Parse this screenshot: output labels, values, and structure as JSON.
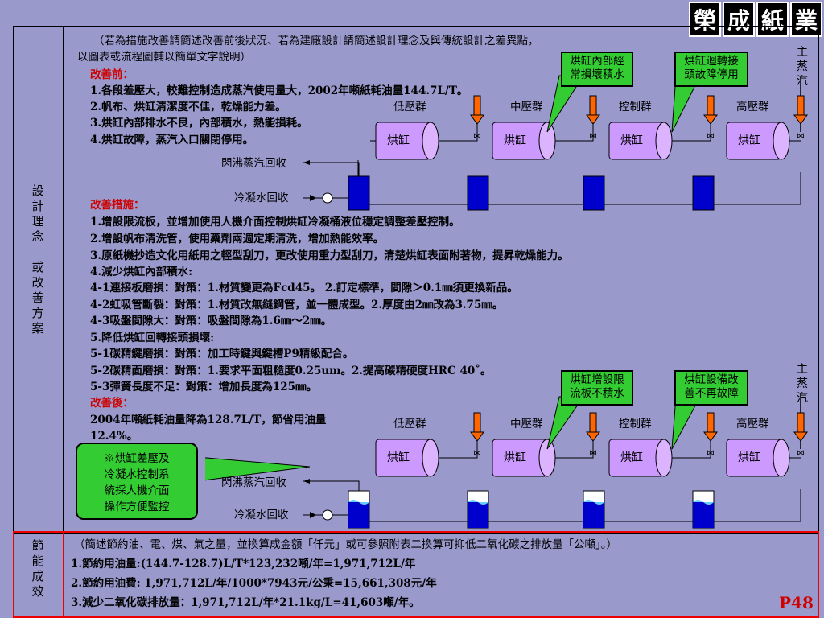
{
  "logo": {
    "chars": [
      "榮",
      "成",
      "紙",
      "業"
    ]
  },
  "left_labels": {
    "design": [
      "設",
      "計",
      "理",
      "念",
      "",
      "或",
      "改",
      "善",
      "方",
      "案"
    ],
    "saving": [
      "節",
      "能",
      "成",
      "效"
    ]
  },
  "intro": {
    "line1": "（若為措施改善請簡述改善前後狀況、若為建廠設計請簡述設計理念及與傳統設計之差異點，",
    "line2": "以圖表或流程圖輔以簡單文字說明）"
  },
  "before": {
    "heading": "改善前：",
    "items": [
      "1.各段差壓大，較難控制造成蒸汽使用量大，2002年噸紙耗油量144.7L/T。",
      "2.帆布、烘缸清潔度不佳，乾燥能力差。",
      "3.烘缸內部排水不良，內部積水，熱能損耗。",
      "4.烘缸故障，蒸汽入口關閉停用。"
    ]
  },
  "measures": {
    "heading": "改善措施：",
    "items": [
      "1.增設限流板，並增加使用人機介面控制烘缸冷凝桶液位穩定調整差壓控制。",
      "2.增設帆布清洗管，使用藥劑兩週定期清洗，增加熱能效率。",
      "3.原紙機抄造文化用紙用之輕型刮刀，更改使用重力型刮刀，清楚烘缸表面附著物，提昇乾燥能力。",
      "4.減少烘缸內部積水:",
      "4-1連接板磨損：對策：1.材質變更為Fcd45。 2.訂定標準，間隙＞0.1㎜須更換新品。",
      "4-2虹吸管斷裂：對策：1.材質改無縫鋼管，並一體成型。2.厚度由2㎜改為3.75㎜。",
      "4-3吸盤間隙大：對策：吸盤間隙為1.6㎜～2㎜。",
      "5.降低烘缸回轉接頭損壞:",
      "5-1碳精鍵磨損：對策：加工時鍵與鍵槽P9精級配合。",
      "5-2碳精面磨損：對策：1.要求平面粗糙度0.25um。2.提高碳精硬度HRC 40˚。",
      "5-3彈簧長度不足：對策：增加長度為125㎜。"
    ]
  },
  "after": {
    "heading": "改善後：",
    "line1": "2004年噸紙耗油量降為128.7L/T，節省用油量",
    "line2": "12.4%。"
  },
  "diagram_top": {
    "groups": [
      "低壓群",
      "中壓群",
      "控制群",
      "高壓群"
    ],
    "dryer_label": "烘缸",
    "steam_label": [
      "主",
      "蒸",
      "汽"
    ],
    "flash_label": "閃沸蒸汽回收",
    "condensate_label": "冷凝水回收",
    "callout1": [
      "烘缸內部經",
      "常損壞積水"
    ],
    "callout2": [
      "烘缸迴轉接",
      "頭故障停用"
    ]
  },
  "diagram_bottom": {
    "groups": [
      "低壓群",
      "中壓群",
      "控制群",
      "高壓群"
    ],
    "dryer_label": "烘缸",
    "steam_label": [
      "主",
      "蒸",
      "汽"
    ],
    "flash_label": "閃沸蒸汽回收",
    "condensate_label": "冷凝水回收",
    "callout1": [
      "烘缸增設限",
      "流板不積水"
    ],
    "callout2": [
      "烘缸設備改",
      "善不再故障"
    ],
    "callout3": [
      "※烘缸差壓及",
      "冷凝水控制系",
      "統採人機介面",
      "操作方便監控"
    ]
  },
  "savings": {
    "intro": "（簡述節約油、電、煤、氣之量，並換算成金額「仟元」或可參照附表二換算可抑低二氧化碳之排放量「公噸」。）",
    "items": [
      "1.節約用油量:(144.7-128.7)L/T*123,232噸/年=1,971,712L/年",
      "2.節約用油費: 1,971,712L/年/1000*7943元/公秉=15,661,308元/年",
      "3.減少二氧化碳排放量：1,971,712L/年*21.1kg/L=41,603噸/年。"
    ]
  },
  "page_number": "P48",
  "colors": {
    "background": "#9999cc",
    "dryer": "#cc99ff",
    "tank": "#0000cc",
    "callout": "#33cc33",
    "arrow": "#ff6600",
    "accent": "#d00000"
  }
}
